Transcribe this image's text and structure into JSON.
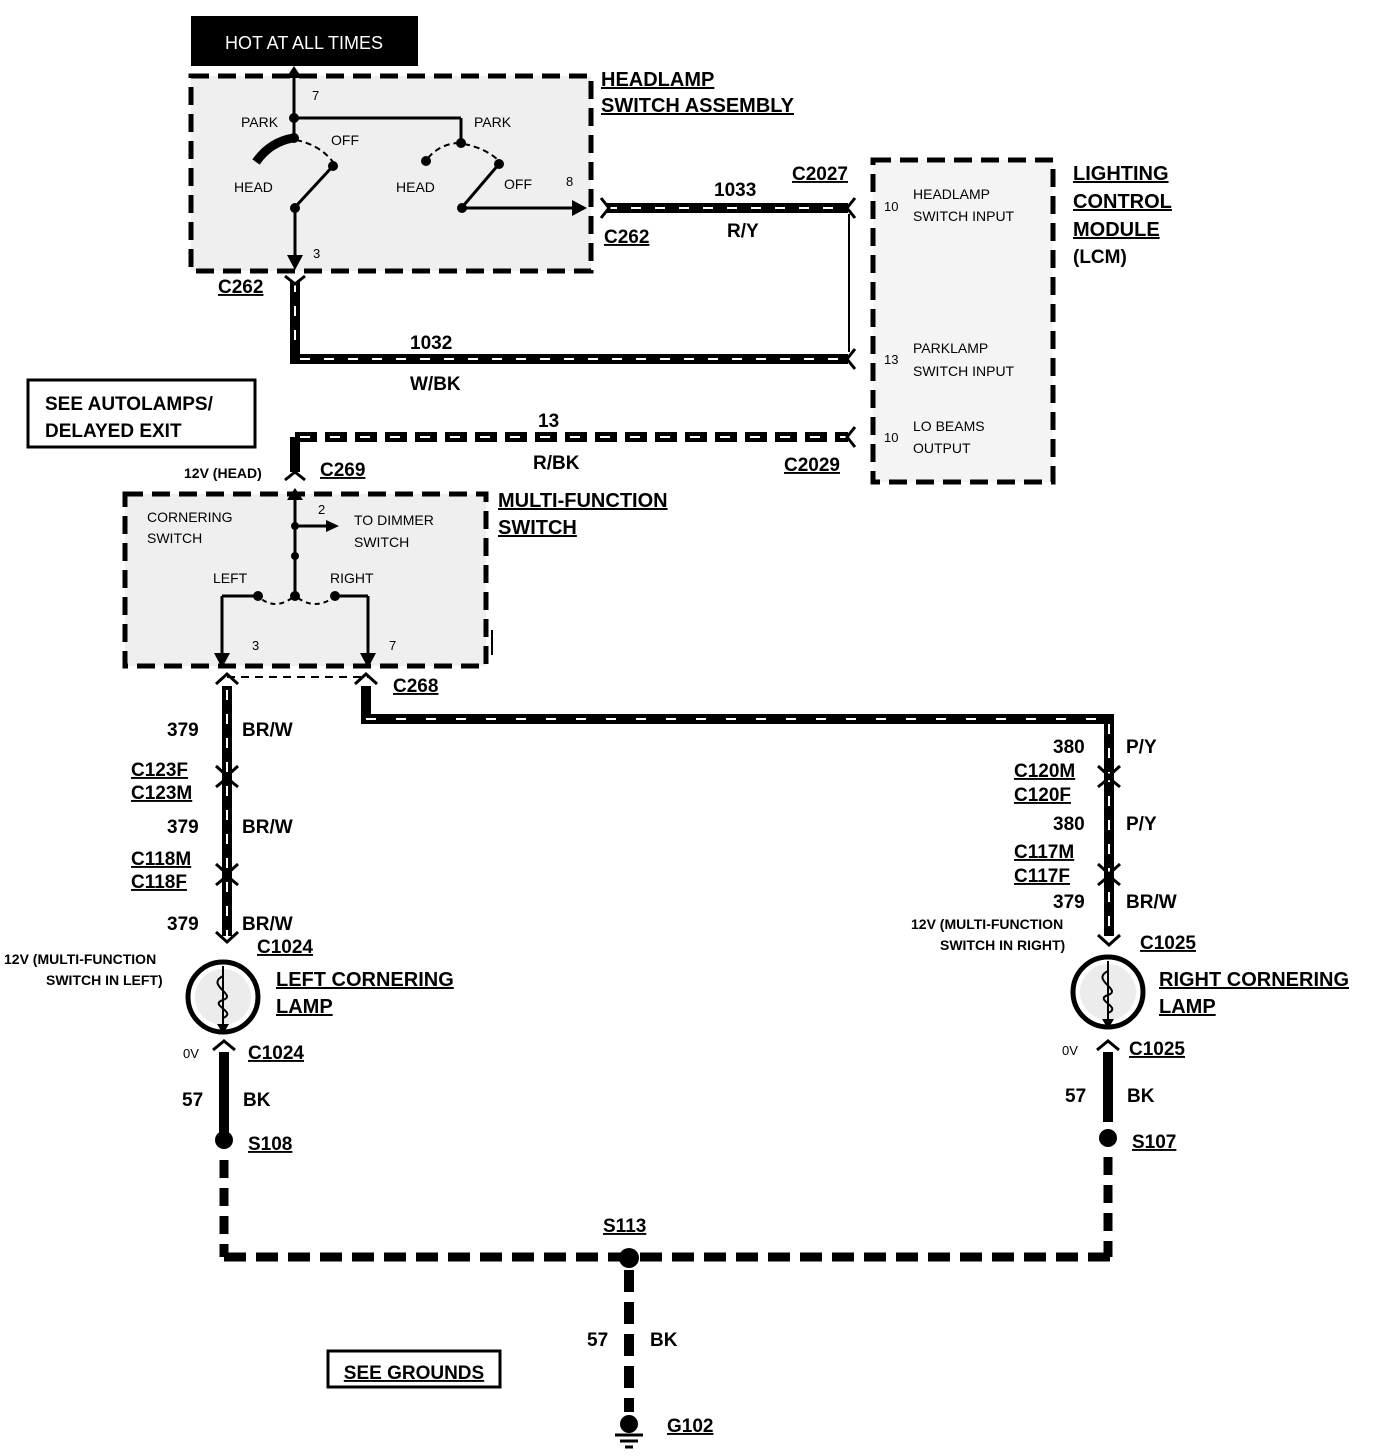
{
  "colors": {
    "ink": "#000000",
    "paper": "#ffffff",
    "shade": "#efefef"
  },
  "hot_label": "HOT AT ALL TIMES",
  "headlamp_switch": {
    "title_line1": "HEADLAMP",
    "title_line2": "SWITCH ASSEMBLY",
    "pin_top": "7",
    "pin_right": "8",
    "pin_bottom": "3",
    "left": {
      "park": "PARK",
      "off": "OFF",
      "head": "HEAD"
    },
    "right": {
      "park": "PARK",
      "off": "OFF",
      "head": "HEAD"
    }
  },
  "lcm": {
    "title_line1": "LIGHTING",
    "title_line2": "CONTROL",
    "title_line3": "MODULE",
    "title_line4": "(LCM)",
    "pins": [
      {
        "num": "10",
        "line1": "HEADLAMP",
        "line2": "SWITCH INPUT"
      },
      {
        "num": "13",
        "line1": "PARKLAMP",
        "line2": "SWITCH INPUT"
      },
      {
        "num": "10",
        "line1": "LO BEAMS",
        "line2": "OUTPUT"
      }
    ]
  },
  "wires": {
    "w1033": {
      "num": "1033",
      "color": "R/Y"
    },
    "w1032": {
      "num": "1032",
      "color": "W/BK"
    },
    "w13": {
      "num": "13",
      "color": "R/BK"
    },
    "left_379": [
      {
        "num": "379",
        "color": "BR/W"
      },
      {
        "num": "379",
        "color": "BR/W"
      },
      {
        "num": "379",
        "color": "BR/W"
      }
    ],
    "right": [
      {
        "num": "380",
        "color": "P/Y"
      },
      {
        "num": "380",
        "color": "P/Y"
      },
      {
        "num": "379",
        "color": "BR/W"
      }
    ],
    "ground_left": {
      "num": "57",
      "color": "BK"
    },
    "ground_right": {
      "num": "57",
      "color": "BK"
    },
    "ground_bottom": {
      "num": "57",
      "color": "BK"
    }
  },
  "connectors": {
    "c262_right": "C262",
    "c262_left": "C262",
    "c2027": "C2027",
    "c2029": "C2029",
    "c269": "C269",
    "c268": "C268",
    "c123f": "C123F",
    "c123m": "C123M",
    "c118m": "C118M",
    "c118f": "C118F",
    "c1024_top": "C1024",
    "c1024_bottom": "C1024",
    "c120m": "C120M",
    "c120f": "C120F",
    "c117m": "C117M",
    "c117f": "C117F",
    "c1025_top": "C1025",
    "c1025_bottom": "C1025"
  },
  "see_autolamps_line1": "SEE AUTOLAMPS/",
  "see_autolamps_line2": "DELAYED EXIT",
  "head_12v": "12V (HEAD)",
  "multi_function": {
    "title_line1": "MULTI-FUNCTION",
    "title_line2": "SWITCH",
    "cornering_line1": "CORNERING",
    "cornering_line2": "SWITCH",
    "dimmer_line1": "TO DIMMER",
    "dimmer_line2": "SWITCH",
    "pin_top": "2",
    "pin_left": "3",
    "pin_right": "7",
    "left": "LEFT",
    "right": "RIGHT"
  },
  "left_lamp": {
    "title_line1": "LEFT CORNERING",
    "title_line2": "LAMP",
    "volt_line1": "12V (MULTI-FUNCTION",
    "volt_line2": "SWITCH IN LEFT)",
    "zero_v": "0V"
  },
  "right_lamp": {
    "title_line1": "RIGHT CORNERING",
    "title_line2": "LAMP",
    "volt_line1": "12V (MULTI-FUNCTION",
    "volt_line2": "SWITCH IN RIGHT)",
    "zero_v": "0V"
  },
  "splices": {
    "s108": "S108",
    "s107": "S107",
    "s113": "S113"
  },
  "ground": {
    "id": "G102",
    "see_grounds": "SEE GROUNDS"
  }
}
